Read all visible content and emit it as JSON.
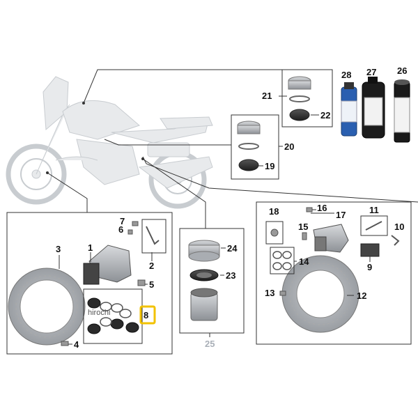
{
  "diagram": {
    "labels": {
      "p1": "1",
      "p2": "2",
      "p3": "3",
      "p4": "4",
      "p5": "5",
      "p6": "6",
      "p7": "7",
      "p8": "8",
      "p9": "9",
      "p10": "10",
      "p11": "11",
      "p12": "12",
      "p13": "13",
      "p14": "14",
      "p15": "15",
      "p16": "16",
      "p17": "17",
      "p18": "18",
      "p19": "19",
      "p20": "20",
      "p21": "21",
      "p22": "22",
      "p23": "23",
      "p24": "24",
      "p25": "25",
      "p26": "26",
      "p27": "27",
      "p28": "28"
    },
    "watermark": "hirochi",
    "highlight_color": "#f2c200",
    "faded_label_color": "#aab0b8"
  }
}
